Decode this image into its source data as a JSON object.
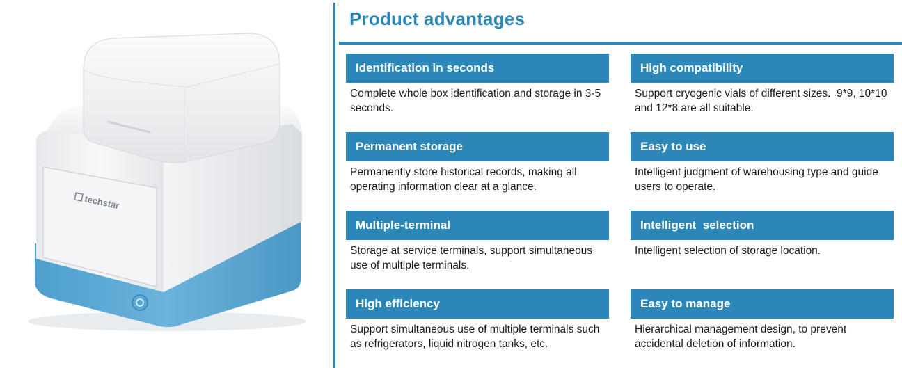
{
  "page": {
    "title": "Product advantages"
  },
  "product": {
    "brand": "techstar",
    "colors": {
      "body": "#f2f3f5",
      "base": "#5aa9d6",
      "accent": "#2b87b8"
    }
  },
  "advantages": [
    {
      "title": "Identification in seconds",
      "description": "Complete whole box identification and storage in 3-5 seconds."
    },
    {
      "title": "High compatibility",
      "description": "Support cryogenic vials of different sizes.  9*9, 10*10 and 12*8 are all suitable."
    },
    {
      "title": "Permanent storage",
      "description": "Permanently store historical records, making all operating information clear at a glance."
    },
    {
      "title": "Easy to use",
      "description": "Intelligent judgment of warehousing type and guide users to operate."
    },
    {
      "title": "Multiple-terminal",
      "description": "Storage at service terminals, support simultaneous use of multiple terminals."
    },
    {
      "title": "Intelligent  selection",
      "description": "Intelligent selection of storage location."
    },
    {
      "title": "High efficiency",
      "description": "Support simultaneous use of multiple terminals such as refrigerators, liquid nitrogen tanks, etc."
    },
    {
      "title": "Easy to manage",
      "description": "Hierarchical management design, to prevent accidental deletion of information."
    }
  ]
}
